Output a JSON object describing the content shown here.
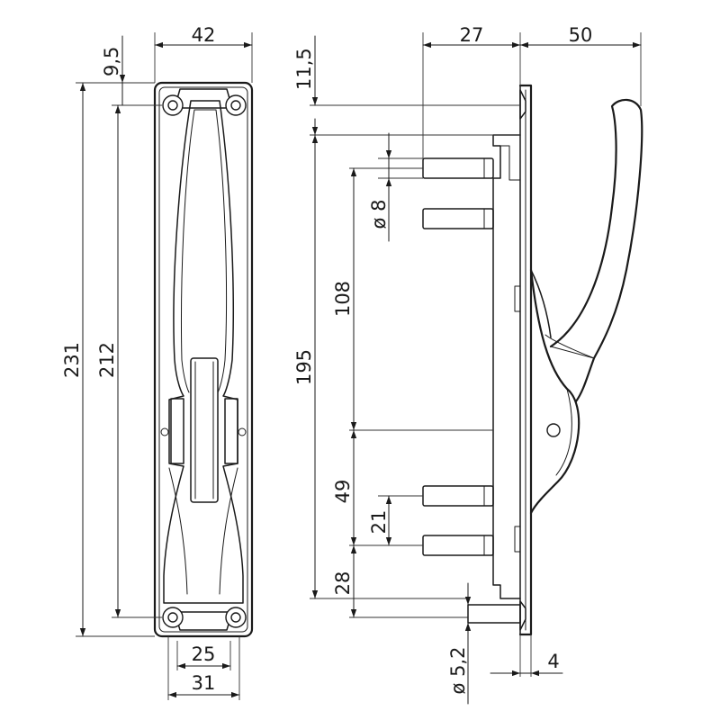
{
  "dimensions": {
    "top_width": "42",
    "top_offset": "9,5",
    "total_height": "231",
    "hole_spacing": "212",
    "bottom_inner_width": "25",
    "bottom_outer_width": "31",
    "side_offset": "11,5",
    "side_depth": "27",
    "handle_projection": "50",
    "pin_diameter": "ø 8",
    "overall_height": "195",
    "upper_pin_span": "108",
    "lower_pin_span": "49",
    "pin_spacing": "21",
    "bottom_offset": "28",
    "screw_diameter": "ø 5,2",
    "plate_thickness": "4"
  }
}
